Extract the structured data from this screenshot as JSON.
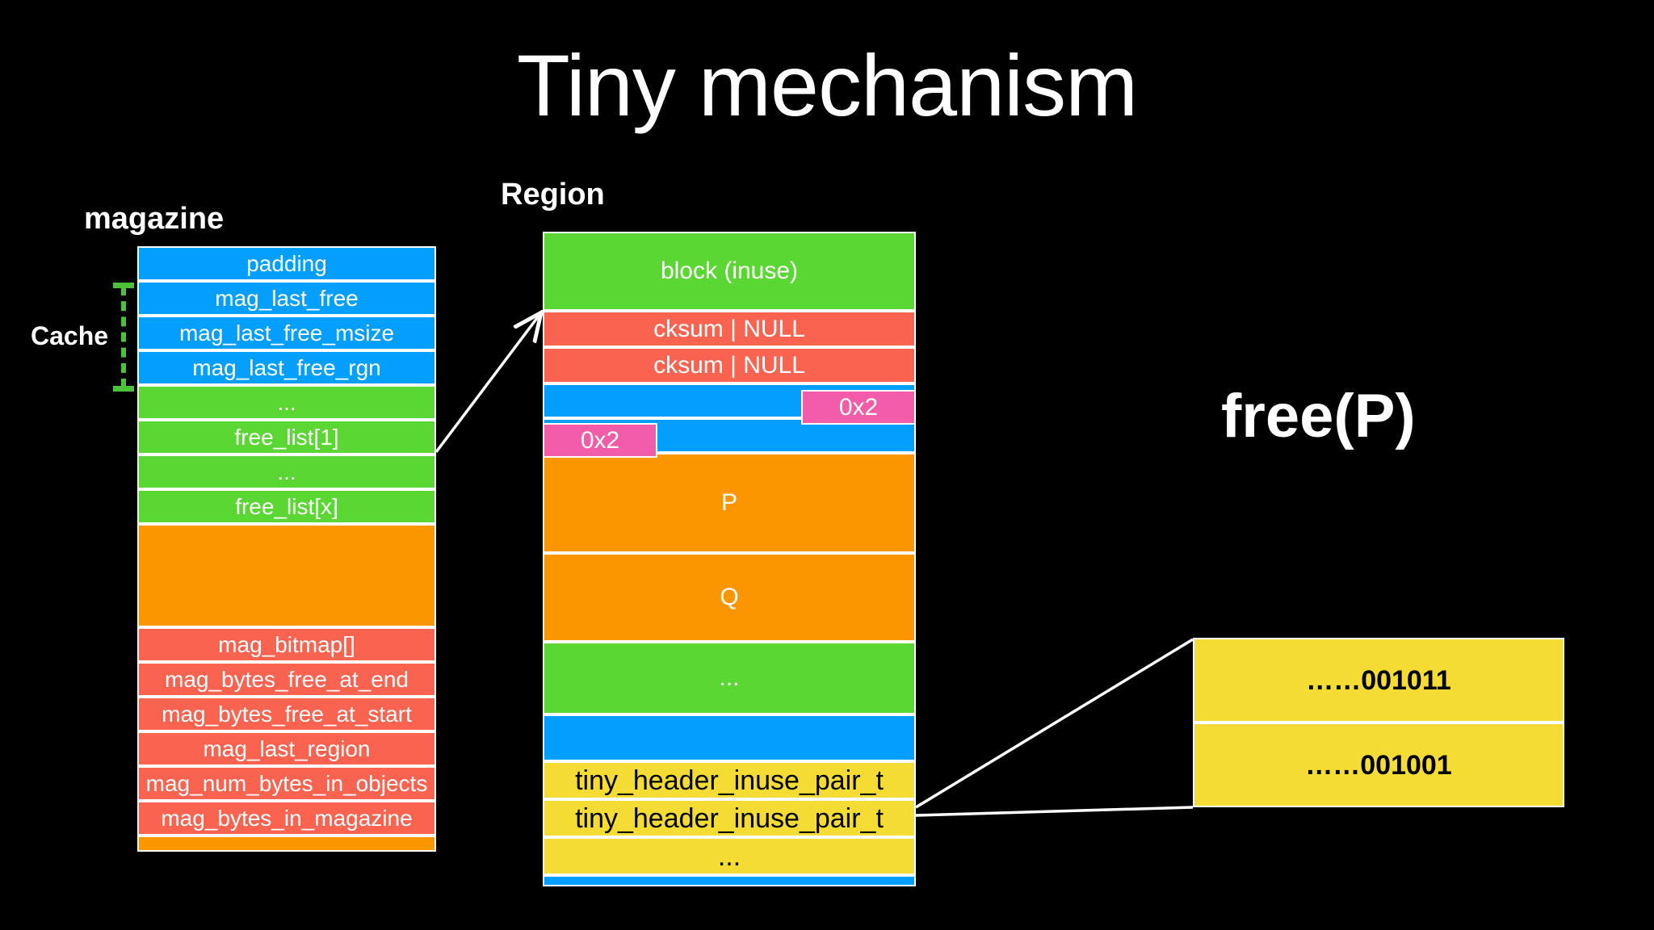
{
  "title": "Tiny mechanism",
  "colors": {
    "background": "#000000",
    "blue": "#029FFF",
    "green": "#5BD734",
    "red": "#FB6351",
    "orange": "#FB9500",
    "pink": "#F25CA8",
    "yellow": "#F4DC35",
    "white": "#FFFFFF",
    "cache_bracket_green": "#4CC23A"
  },
  "magazine": {
    "caption": "magazine",
    "cache_label": "Cache",
    "rows": [
      {
        "label": "padding",
        "color": "blue",
        "height": 43
      },
      {
        "label": "mag_last_free",
        "color": "blue",
        "height": 43
      },
      {
        "label": "mag_last_free_msize",
        "color": "blue",
        "height": 43
      },
      {
        "label": "mag_last_free_rgn",
        "color": "blue",
        "height": 43
      },
      {
        "label": "...",
        "color": "green",
        "height": 43
      },
      {
        "label": "free_list[1]",
        "color": "green",
        "height": 43
      },
      {
        "label": "...",
        "color": "green",
        "height": 43
      },
      {
        "label": "free_list[x]",
        "color": "green",
        "height": 43
      },
      {
        "label": "",
        "color": "orange",
        "height": 128
      },
      {
        "label": "mag_bitmap[]",
        "color": "red",
        "height": 43
      },
      {
        "label": "mag_bytes_free_at_end",
        "color": "red",
        "height": 43
      },
      {
        "label": "mag_bytes_free_at_start",
        "color": "red",
        "height": 43
      },
      {
        "label": "mag_last_region",
        "color": "red",
        "height": 43
      },
      {
        "label": "mag_num_bytes_in_objects",
        "color": "red",
        "height": 43
      },
      {
        "label": "mag_bytes_in_magazine",
        "color": "red",
        "height": 43
      },
      {
        "label": "",
        "color": "orange",
        "height": 20
      }
    ]
  },
  "region": {
    "caption": "Region",
    "rows": [
      {
        "label": "block (inuse)",
        "color": "green",
        "height": 98
      },
      {
        "label": "cksum | NULL",
        "color": "red",
        "height": 45
      },
      {
        "label": "cksum | NULL",
        "color": "red",
        "height": 45
      },
      {
        "label": "",
        "color": "blue",
        "height": 43
      },
      {
        "label": "",
        "color": "blue",
        "height": 43
      },
      {
        "label": "P",
        "color": "orange",
        "height": 124
      },
      {
        "label": "Q",
        "color": "orange",
        "height": 110
      },
      {
        "label": "...",
        "color": "green",
        "height": 90
      },
      {
        "label": "",
        "color": "blue",
        "height": 58
      },
      {
        "label": "tiny_header_inuse_pair_t",
        "color": "yellow",
        "height": 47
      },
      {
        "label": "tiny_header_inuse_pair_t",
        "color": "yellow",
        "height": 47
      },
      {
        "label": "...",
        "color": "yellow",
        "height": 47
      },
      {
        "label": "",
        "color": "blue",
        "height": 14
      }
    ],
    "tags": [
      {
        "label": "0x2",
        "color": "pink"
      },
      {
        "label": "0x2",
        "color": "pink"
      }
    ]
  },
  "free_call": "free(P)",
  "bitmap_callout": {
    "rows": [
      {
        "label": "……001011"
      },
      {
        "label": "……001001"
      }
    ]
  }
}
